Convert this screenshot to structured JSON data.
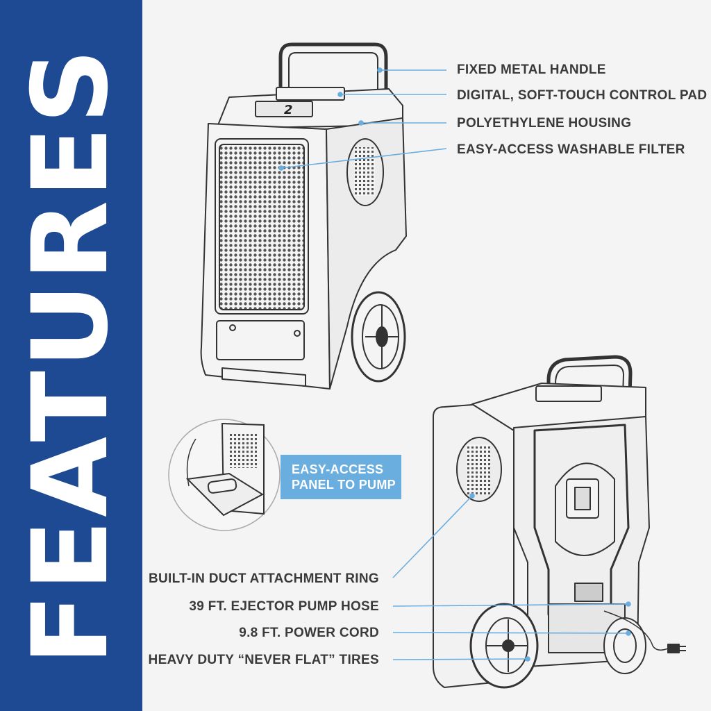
{
  "sidebar": {
    "title": "FEATURES",
    "color": "#1e4a94"
  },
  "callouts": {
    "handle": "FIXED METAL HANDLE",
    "control_pad": "DIGITAL, SOFT-TOUCH CONTROL PAD",
    "housing": "POLYETHYLENE HOUSING",
    "filter": "EASY-ACCESS WASHABLE FILTER",
    "duct_ring": "BUILT-IN DUCT ATTACHMENT RING",
    "pump_hose": "39 FT. EJECTOR PUMP HOSE",
    "power_cord": "9.8 FT. POWER CORD",
    "tires": "HEAVY DUTY “NEVER FLAT” TIRES"
  },
  "pump_panel": {
    "line1": "EASY-ACCESS",
    "line2": "PANEL TO PUMP",
    "color": "#6aaee0"
  },
  "display_digit": "2",
  "leader_color": "#6aaee0"
}
